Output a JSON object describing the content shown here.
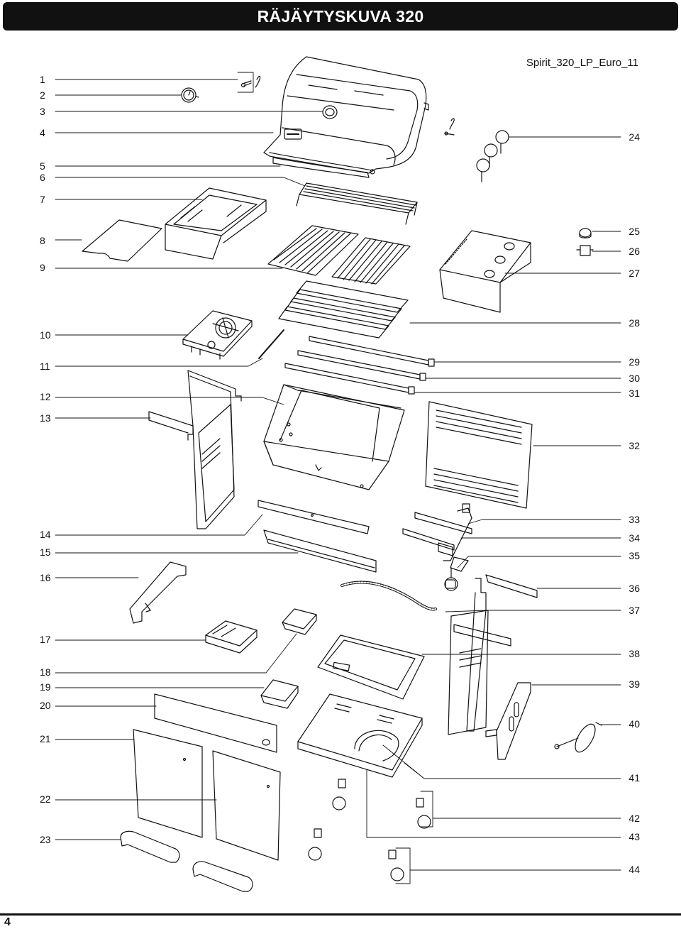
{
  "header": {
    "title": "RÄJÄYTYSKUVA 320"
  },
  "model_code": "Spirit_320_LP_Euro_11",
  "callouts_left": [
    "1",
    "2",
    "3",
    "4",
    "5",
    "6",
    "7",
    "8",
    "9",
    "10",
    "11",
    "12",
    "13",
    "14",
    "15",
    "16",
    "17",
    "18",
    "19",
    "20",
    "21",
    "22",
    "23"
  ],
  "callouts_right": [
    "24",
    "25",
    "26",
    "27",
    "28",
    "29",
    "30",
    "31",
    "32",
    "33",
    "34",
    "35",
    "36",
    "37",
    "38",
    "39",
    "40",
    "41",
    "42",
    "43",
    "44"
  ],
  "page_number": "4"
}
